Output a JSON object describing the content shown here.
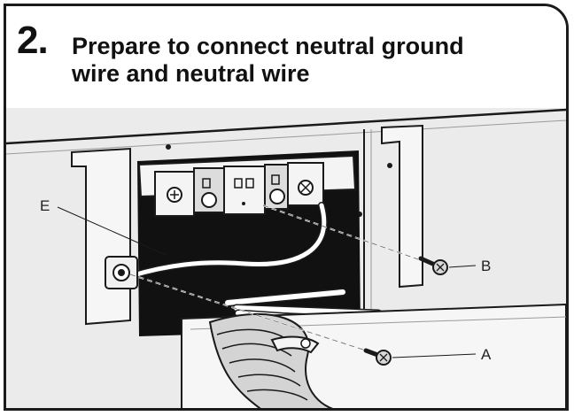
{
  "step": {
    "number": "2.",
    "title_line1": "Prepare to connect neutral ground",
    "title_line2": "wire and neutral wire"
  },
  "callouts": {
    "e": "E",
    "b": "B",
    "a": "A"
  },
  "colors": {
    "outline": "#1a1a1a",
    "cabinet": "#e9e9e9",
    "opening": "#111111",
    "terminal": "#f4f4f4",
    "wire": "#ffffff"
  }
}
